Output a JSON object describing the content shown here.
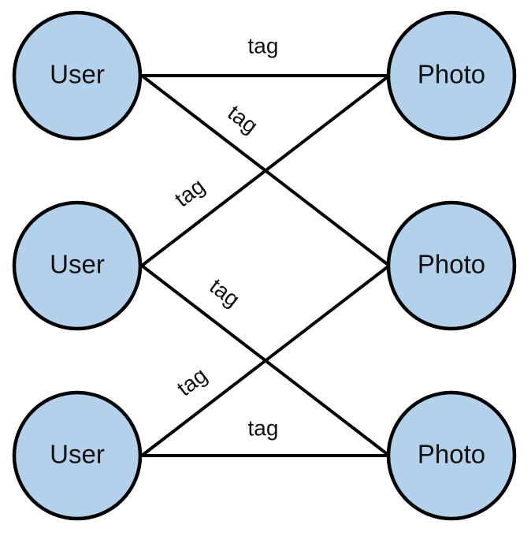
{
  "style": {
    "node_fill": "#b3d1ea",
    "node_stroke": "#000000",
    "edge_color": "#000000"
  },
  "nodes": {
    "user_1": "User",
    "user_2": "User",
    "user_3": "User",
    "photo_1": "Photo",
    "photo_2": "Photo",
    "photo_3": "Photo"
  },
  "edges": [
    {
      "from": "user_1",
      "to": "photo_1",
      "label": "tag"
    },
    {
      "from": "user_1",
      "to": "photo_2",
      "label": "tag"
    },
    {
      "from": "user_2",
      "to": "photo_1",
      "label": "tag"
    },
    {
      "from": "user_2",
      "to": "photo_3",
      "label": "tag"
    },
    {
      "from": "user_3",
      "to": "photo_2",
      "label": "tag"
    },
    {
      "from": "user_3",
      "to": "photo_3",
      "label": "tag"
    }
  ]
}
